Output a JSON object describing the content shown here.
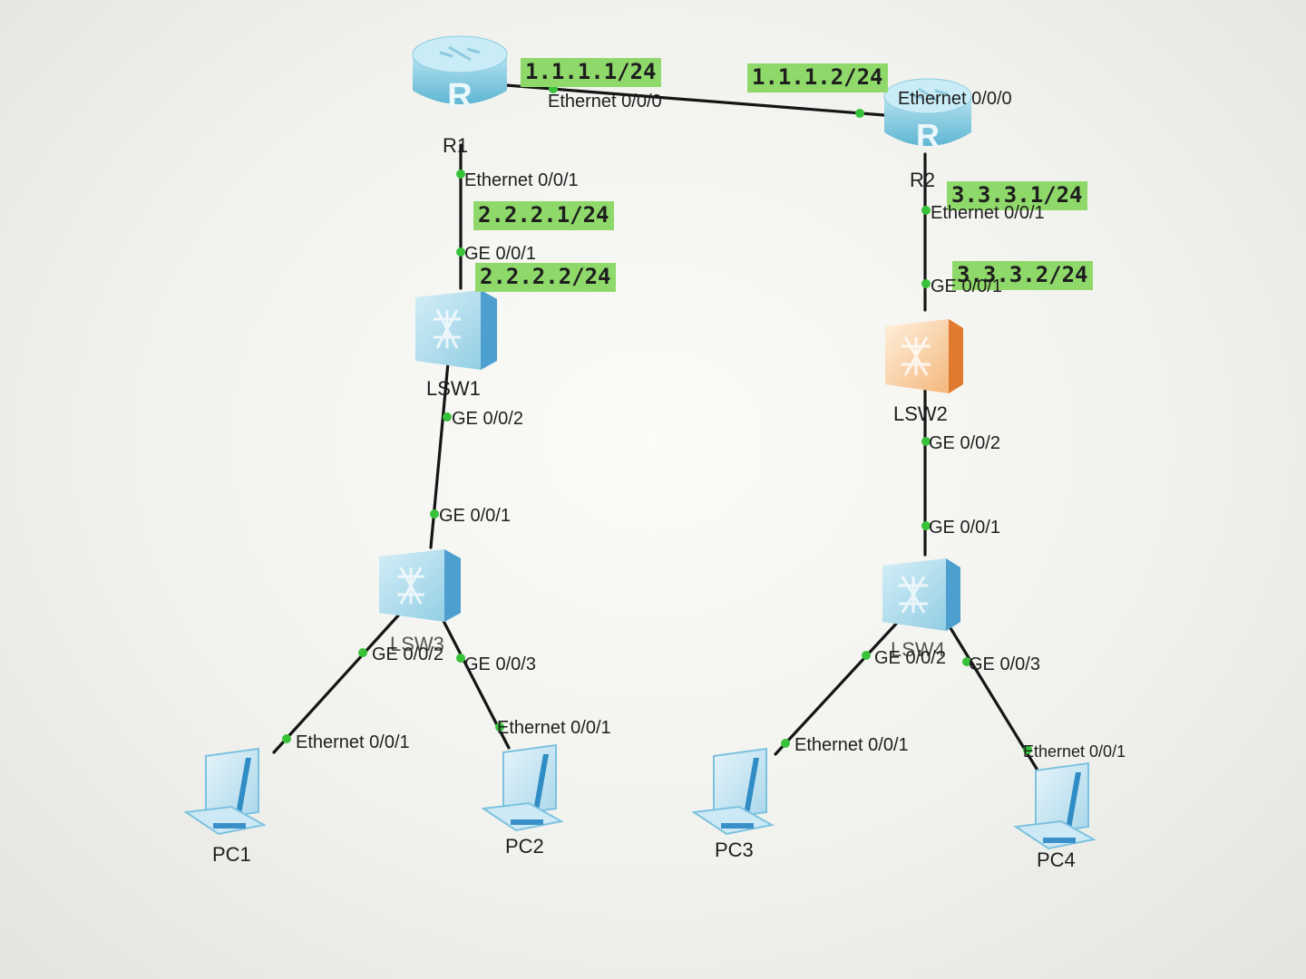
{
  "devices": {
    "r1": "R1",
    "r2": "R2",
    "lsw1": "LSW1",
    "lsw2": "LSW2",
    "lsw3": "LSW3",
    "lsw4": "LSW4",
    "pc1": "PC1",
    "pc2": "PC2",
    "pc3": "PC3",
    "pc4": "PC4"
  },
  "ports": {
    "r1_e000": "Ethernet 0/0/0",
    "r2_e000": "Ethernet 0/0/0",
    "r1_e001": "Ethernet 0/0/1",
    "lsw1_ge001": "GE 0/0/1",
    "lsw1_ge002": "GE 0/0/2",
    "lsw3_ge001": "GE 0/0/1",
    "lsw3_ge002": "GE 0/0/2",
    "lsw3_ge003": "GE 0/0/3",
    "pc1_e001": "Ethernet 0/0/1",
    "pc2_e001": "Ethernet 0/0/1",
    "r2_e001": "Ethernet 0/0/1",
    "lsw2_ge001": "GE 0/0/1",
    "lsw2_ge002": "GE 0/0/2",
    "lsw4_ge001": "GE 0/0/1",
    "lsw4_ge002": "GE 0/0/2",
    "lsw4_ge003": "GE 0/0/3",
    "pc3_e001": "Ethernet 0/0/1",
    "pc4_e001": "Ethernet 0/0/1"
  },
  "ips": {
    "r1_e000": "1.1.1.1/24",
    "r2_e000": "1.1.1.2/24",
    "r1_e001": "2.2.2.1/24",
    "lsw1_ge001": "2.2.2.2/24",
    "r2_e001": "3.3.3.1/24",
    "lsw2_ge001": "3.3.3.2/24"
  },
  "colors": {
    "ip_highlight": "#8fd96a",
    "port_dot": "#38c23a",
    "link": "#151515",
    "router": "#7cc6dc",
    "switch_blue": "#9fd3e6",
    "switch_orange": "#f0b070",
    "pc": "#5ab3da"
  },
  "icons": {
    "router": "router-icon",
    "switch": "switch-icon",
    "pc": "pc-icon"
  }
}
